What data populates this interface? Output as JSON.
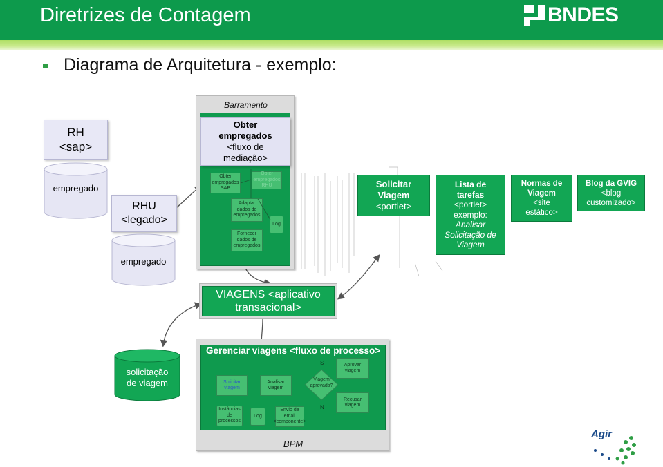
{
  "header": {
    "title": "Diretrizes de Contagem",
    "brand": "BNDES",
    "colors": {
      "primary": "#0d9a4c",
      "stripe": "#aede62"
    }
  },
  "subtitle": "Diagrama de Arquitetura - exemplo:",
  "barramento": {
    "label": "Barramento",
    "flow_title": [
      "Obter",
      "empregados",
      "<fluxo de",
      "mediação>"
    ],
    "steps": {
      "obter_sap": [
        "Obter",
        "empregados",
        "SAP"
      ],
      "faded": [
        "Obter",
        "empregados",
        "RHU"
      ],
      "adaptar": [
        "Adaptar",
        "dados de",
        "empregados"
      ],
      "fornecer": [
        "Fornecer",
        "dados de",
        "empregados"
      ],
      "log": "Log"
    }
  },
  "rh": {
    "lines": [
      "RH",
      "<sap>"
    ],
    "db": "empregado"
  },
  "rhu": {
    "lines": [
      "RHU",
      "<legado>"
    ],
    "db": "empregado"
  },
  "portlets": {
    "solicitar": [
      "Solicitar",
      "Viagem",
      "<portlet>"
    ],
    "lista": [
      "Lista de",
      "tarefas",
      "<portlet>",
      "exemplo:",
      "Analisar",
      "Solicitação de",
      "Viagem"
    ],
    "normas": [
      "Normas de",
      "Viagem",
      "<site",
      "estático>"
    ],
    "blog": [
      "Blog da GVIG",
      "<blog",
      "customizado>"
    ]
  },
  "viagens": [
    "VIAGENS <aplicativo",
    "transacional>"
  ],
  "db_solicitacao": [
    "solicitação",
    "de viagem"
  ],
  "bpm": {
    "label": "BPM",
    "process_title": "Gerenciar viagens <fluxo de processo>",
    "solicitar": [
      "Solicitar",
      "viagem"
    ],
    "analisar": [
      "Analisar",
      "viagem"
    ],
    "decision": [
      "Viagem",
      "aprovada?"
    ],
    "yes": "S",
    "no": "N",
    "aprovar": [
      "Aprovar",
      "viagem"
    ],
    "recusar": [
      "Recusar",
      "viagem"
    ],
    "instancias": [
      "Instâncias",
      "de processos"
    ],
    "log": "Log",
    "envio": [
      "Envio de",
      "email",
      "<componente>"
    ]
  },
  "footer_logo": "Agir"
}
